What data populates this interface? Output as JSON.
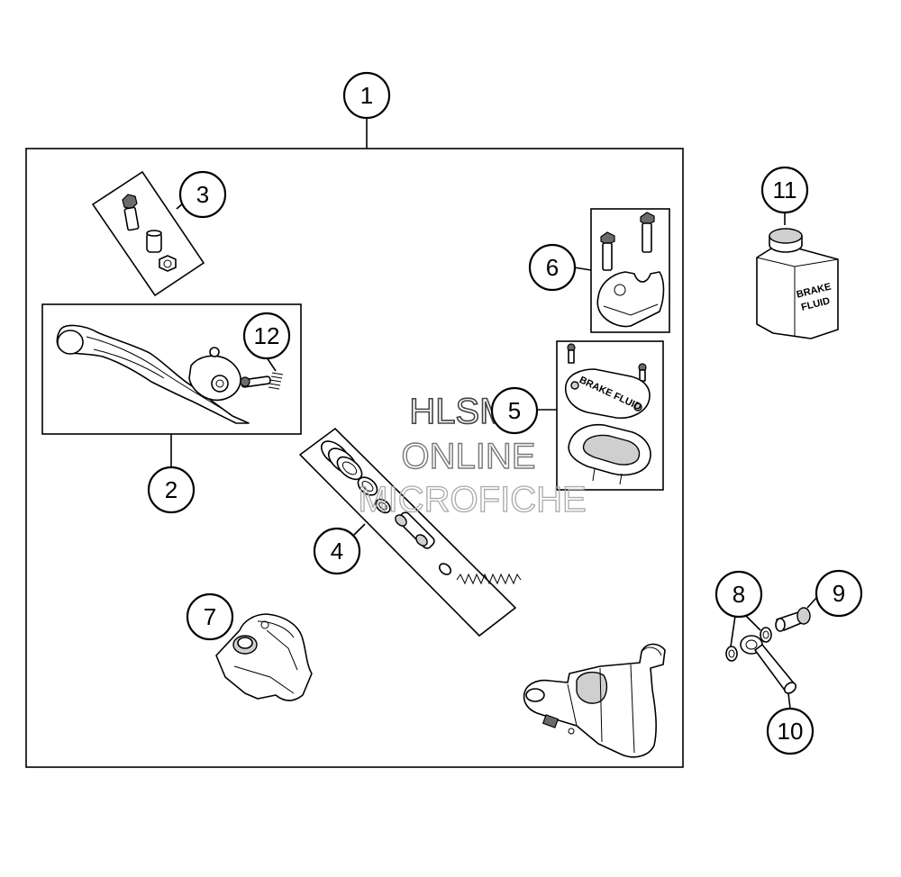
{
  "callouts": {
    "c1": "1",
    "c2": "2",
    "c3": "3",
    "c4": "4",
    "c5": "5",
    "c6": "6",
    "c7": "7",
    "c8": "8",
    "c9": "9",
    "c10": "10",
    "c11": "11",
    "c12": "12"
  },
  "bottle_label": {
    "line1": "BRAKE",
    "line2": "FLUID"
  },
  "watermark": {
    "line1": "HLSM",
    "line2": "ONLINE",
    "line3": "MICROFICHE"
  }
}
